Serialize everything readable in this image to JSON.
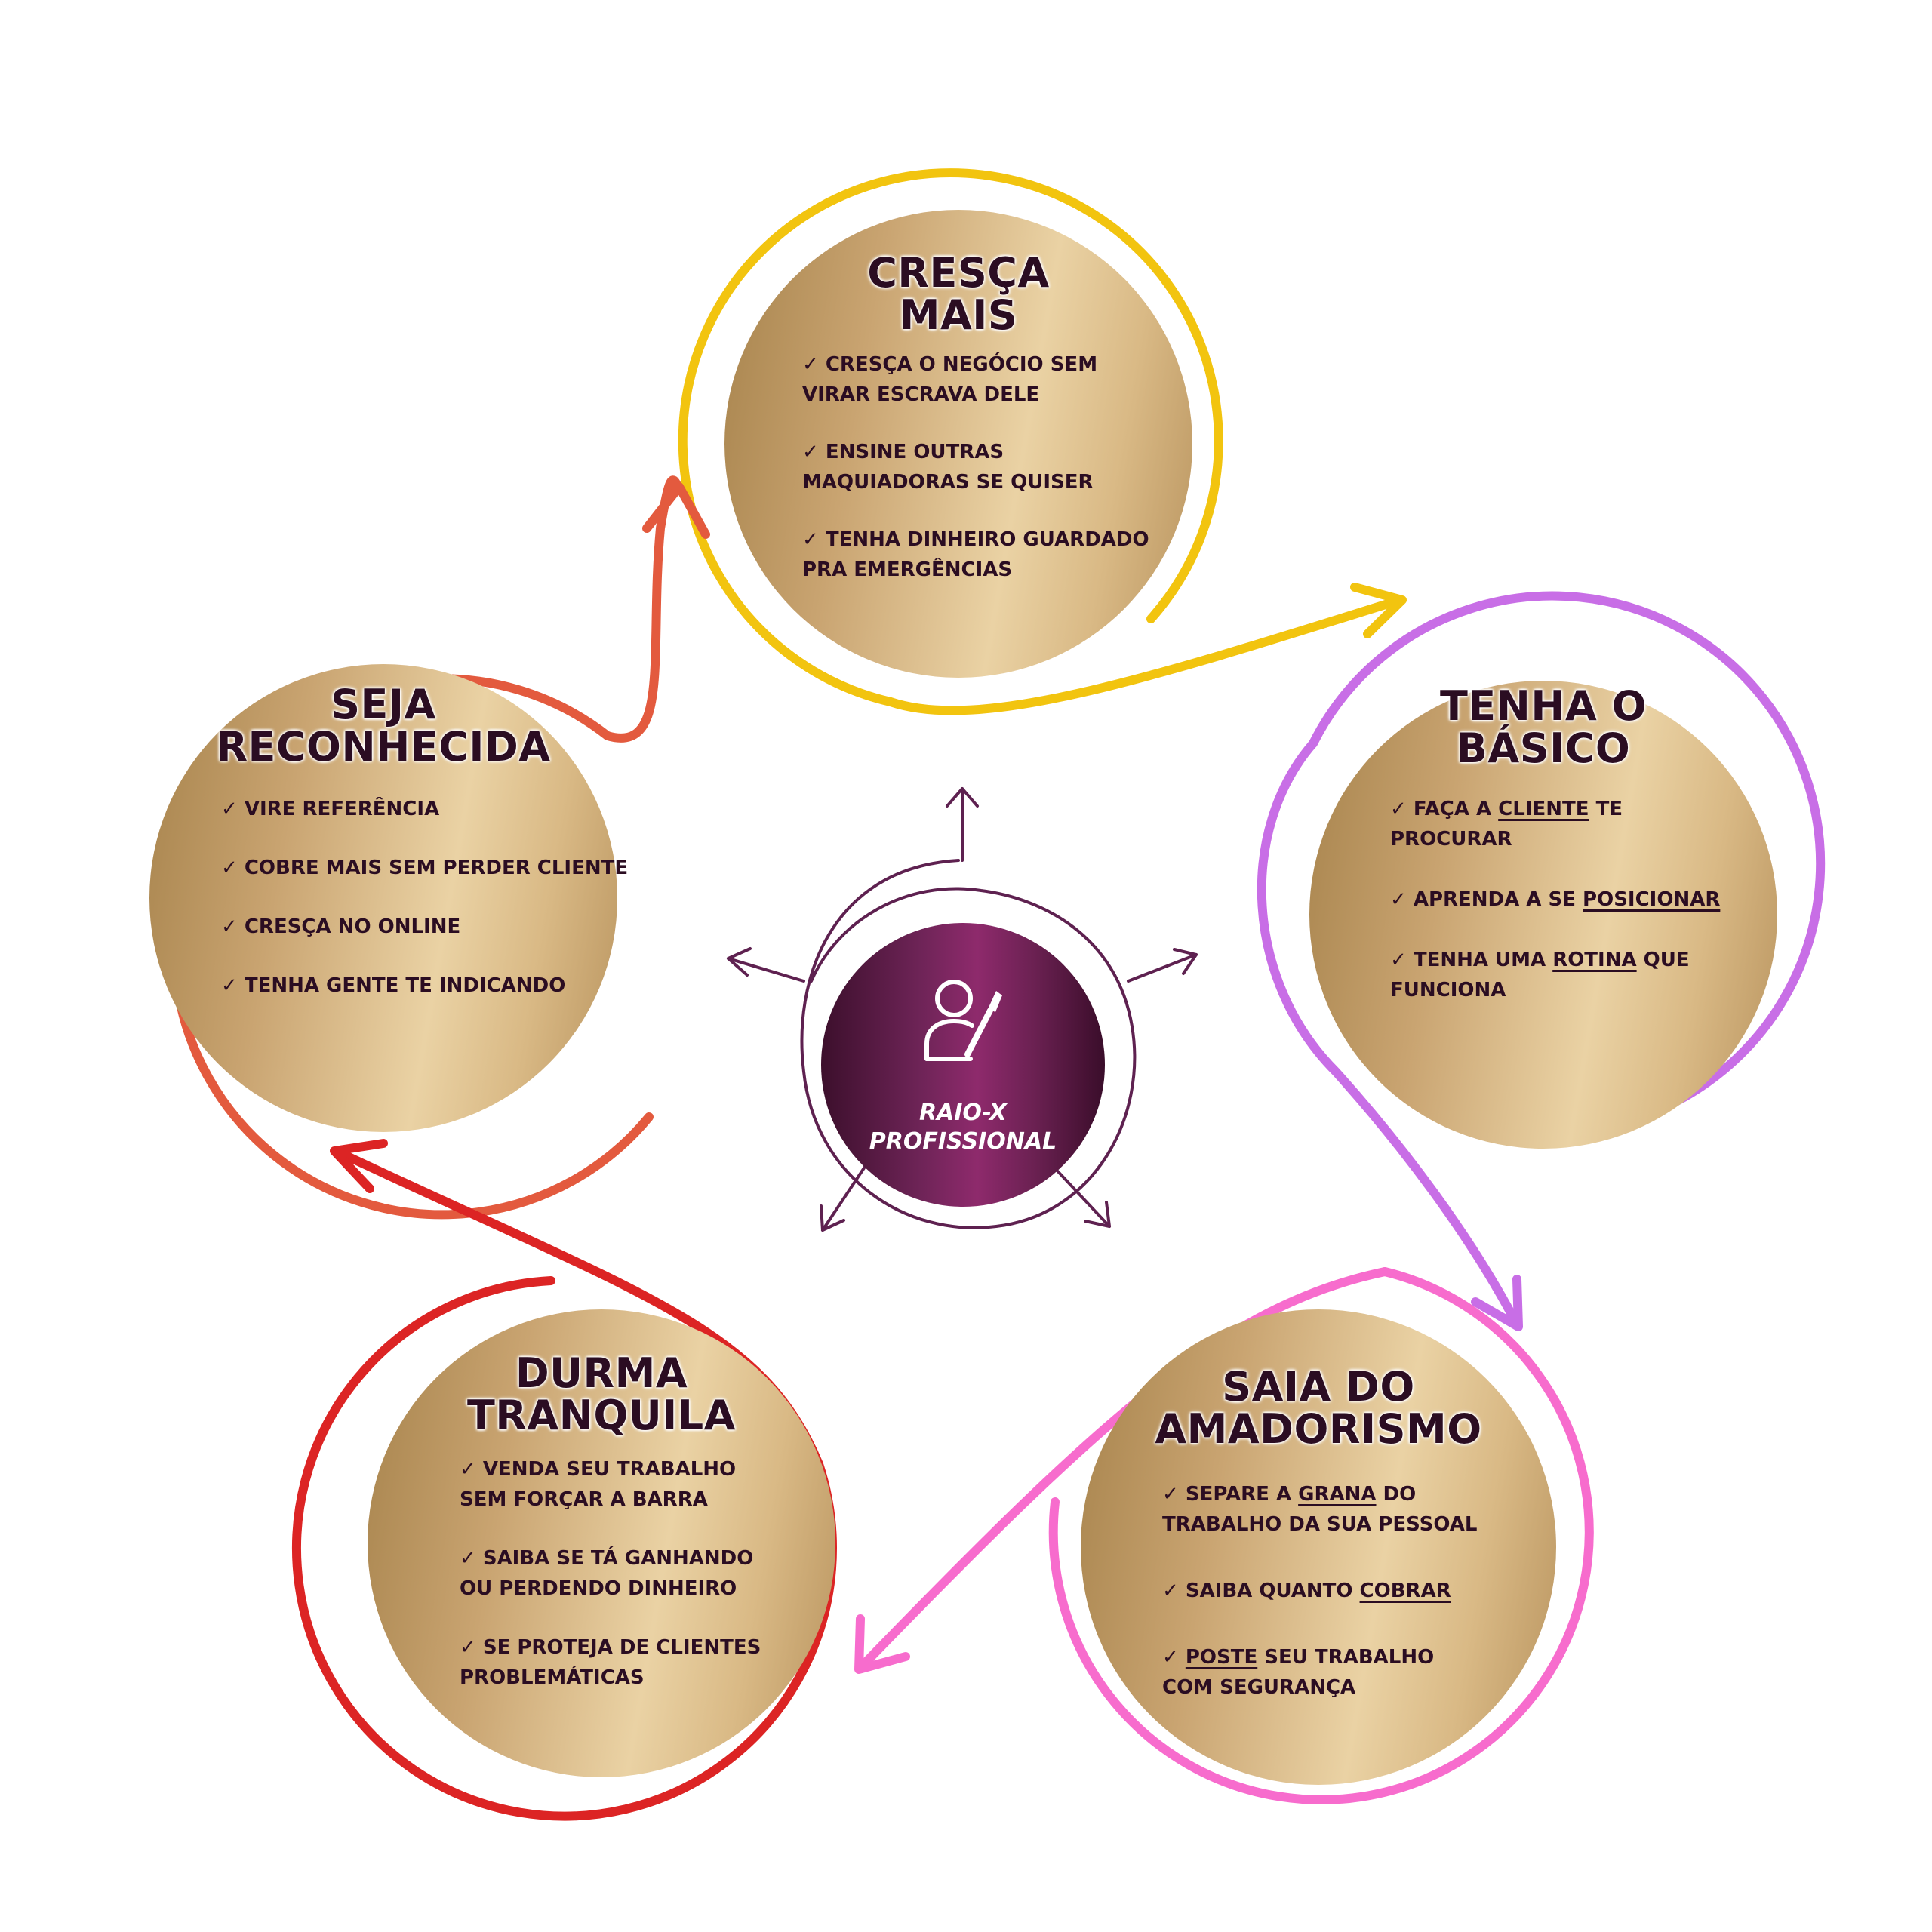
{
  "center": {
    "icon": "makeup-artist-icon",
    "label_line1": "RAIO-X",
    "label_line2": "PROFISSIONAL",
    "color": "#8e2a6c"
  },
  "nodes": [
    {
      "id": "cresca-mais",
      "ring_color": "#f2c40f",
      "title_line1": "CRESÇA",
      "title_line2": "MAIS",
      "items": [
        {
          "lines": [
            [
              {
                "t": "✓ CRESÇA O NEGÓCIO SEM"
              }
            ],
            [
              {
                "t": "VIRAR ESCRAVA DELE"
              }
            ]
          ]
        },
        {
          "lines": [
            [
              {
                "t": "✓ ENSINE OUTRAS"
              }
            ],
            [
              {
                "t": "MAQUIADORAS SE QUISER"
              }
            ]
          ]
        },
        {
          "lines": [
            [
              {
                "t": "✓ TENHA DINHEIRO GUARDADO"
              }
            ],
            [
              {
                "t": "PRA EMERGÊNCIAS"
              }
            ]
          ]
        }
      ]
    },
    {
      "id": "tenha-o-basico",
      "ring_color": "#c86ee6",
      "title_line1": "TENHA O",
      "title_line2": "BÁSICO",
      "items": [
        {
          "lines": [
            [
              {
                "t": "✓ FAÇA A "
              },
              {
                "t": "CLIENTE",
                "u": true
              },
              {
                "t": " TE"
              }
            ],
            [
              {
                "t": "PROCURAR"
              }
            ]
          ]
        },
        {
          "lines": [
            [
              {
                "t": "✓ APRENDA A SE "
              },
              {
                "t": "POSICIONAR",
                "u": true
              }
            ]
          ]
        },
        {
          "lines": [
            [
              {
                "t": "✓ TENHA UMA "
              },
              {
                "t": "ROTINA",
                "u": true
              },
              {
                "t": " QUE"
              }
            ],
            [
              {
                "t": "FUNCIONA"
              }
            ]
          ]
        }
      ]
    },
    {
      "id": "saia-do-amadorismo",
      "ring_color": "#f76ccd",
      "title_line1": "SAIA DO",
      "title_line2": "AMADORISMO",
      "items": [
        {
          "lines": [
            [
              {
                "t": "✓ SEPARE A "
              },
              {
                "t": "GRANA",
                "u": true
              },
              {
                "t": " DO"
              }
            ],
            [
              {
                "t": "TRABALHO DA SUA PESSOAL"
              }
            ]
          ]
        },
        {
          "lines": [
            [
              {
                "t": "✓ SAIBA QUANTO "
              },
              {
                "t": "COBRAR",
                "u": true
              }
            ]
          ]
        },
        {
          "lines": [
            [
              {
                "t": "✓ "
              },
              {
                "t": "POSTE",
                "u": true
              },
              {
                "t": " SEU TRABALHO"
              }
            ],
            [
              {
                "t": "COM SEGURANÇA"
              }
            ]
          ]
        }
      ]
    },
    {
      "id": "durma-tranquila",
      "ring_color": "#dc2424",
      "title_line1": "DURMA",
      "title_line2": "TRANQUILA",
      "items": [
        {
          "lines": [
            [
              {
                "t": "✓ VENDA SEU TRABALHO"
              }
            ],
            [
              {
                "t": "SEM FORÇAR A BARRA"
              }
            ]
          ]
        },
        {
          "lines": [
            [
              {
                "t": "✓ SAIBA SE TÁ GANHANDO"
              }
            ],
            [
              {
                "t": "OU PERDENDO DINHEIRO"
              }
            ]
          ]
        },
        {
          "lines": [
            [
              {
                "t": "✓ SE PROTEJA DE CLIENTES"
              }
            ],
            [
              {
                "t": "PROBLEMÁTICAS"
              }
            ]
          ]
        }
      ]
    },
    {
      "id": "seja-reconhecida",
      "ring_color": "#e35a3e",
      "title_line1": "SEJA",
      "title_line2": "RECONHECIDA",
      "items": [
        {
          "lines": [
            [
              {
                "t": "✓ VIRE REFERÊNCIA"
              }
            ]
          ]
        },
        {
          "lines": [
            [
              {
                "t": "✓ COBRE MAIS SEM PERDER CLIENTE"
              }
            ]
          ]
        },
        {
          "lines": [
            [
              {
                "t": "✓ CRESÇA NO ONLINE"
              }
            ]
          ]
        },
        {
          "lines": [
            [
              {
                "t": "✓ TENHA GENTE TE INDICANDO"
              }
            ]
          ]
        }
      ]
    }
  ]
}
